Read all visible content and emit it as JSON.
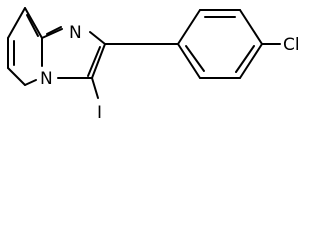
{
  "diagram": {
    "atoms": {
      "n_imine": "N",
      "n_bridgehead": "N",
      "iodine": "I",
      "chlorine": "Cl"
    }
  },
  "colors": {
    "stroke": "#000000",
    "background": "#ffffff"
  }
}
